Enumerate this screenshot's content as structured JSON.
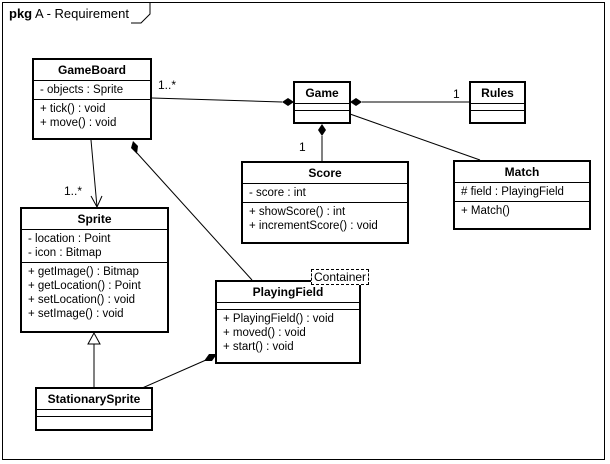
{
  "package": {
    "keyword": "pkg",
    "name": "A - Requirement"
  },
  "classes": {
    "gameboard": {
      "name": "GameBoard",
      "attributes": [
        "- objects : Sprite"
      ],
      "operations": [
        "+ tick() : void",
        "+ move() : void"
      ]
    },
    "game": {
      "name": "Game",
      "attributes": [],
      "operations": []
    },
    "rules": {
      "name": "Rules",
      "attributes": [],
      "operations": []
    },
    "score": {
      "name": "Score",
      "attributes": [
        "- score : int"
      ],
      "operations": [
        "+ showScore() : int",
        "+ incrementScore() : void"
      ]
    },
    "match": {
      "name": "Match",
      "attributes": [
        "# field : PlayingField"
      ],
      "operations": [
        "+ Match()"
      ]
    },
    "sprite": {
      "name": "Sprite",
      "attributes": [
        "- location : Point",
        "- icon : Bitmap"
      ],
      "operations": [
        "+ getImage() : Bitmap",
        "+ getLocation() : Point",
        "+ setLocation() : void",
        "+ setImage() : void"
      ]
    },
    "playingfield": {
      "name": "PlayingField",
      "stereotype": "Container",
      "attributes": [],
      "operations": [
        "+ PlayingField() : void",
        "+ moved() : void",
        "+ start() : void"
      ]
    },
    "stationarysprite": {
      "name": "StationarySprite",
      "attributes": [],
      "operations": []
    }
  },
  "multiplicities": {
    "gameboard_game": "1..*",
    "game_rules": "1",
    "game_score": "1",
    "gameboard_sprite": "1..*"
  }
}
